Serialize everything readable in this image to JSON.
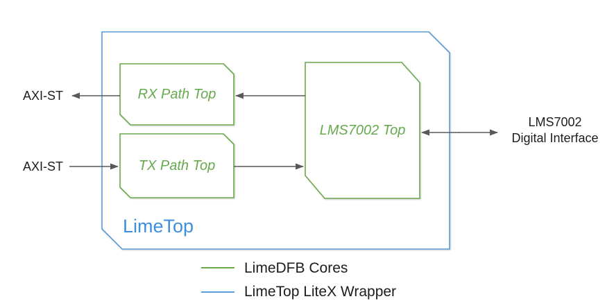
{
  "diagram": {
    "wrapper": {
      "label": "LimeTop"
    },
    "blocks": {
      "rx": {
        "label": "RX Path Top"
      },
      "tx": {
        "label": "TX Path Top"
      },
      "lms": {
        "label": "LMS7002 Top"
      }
    },
    "ports": {
      "axi_st_rx": "AXI-ST",
      "axi_st_tx": "AXI-ST",
      "lms_digital_line1": "LMS7002",
      "lms_digital_line2": "Digital Interface"
    },
    "legend": {
      "items": [
        {
          "label": "LimeDFB Cores",
          "color": "#6aaa4b"
        },
        {
          "label": "LimeTop LiteX Wrapper",
          "color": "#5b9bd5"
        }
      ]
    },
    "colors": {
      "green_border": "#6aaa4b",
      "blue_border": "#5b9bd5",
      "blue_text": "#3e8ede",
      "arrow": "#595959",
      "text": "#1c1c1c"
    }
  }
}
